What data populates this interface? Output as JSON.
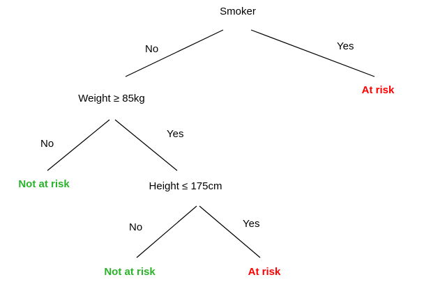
{
  "nodes": {
    "smoker": "Smoker",
    "weight": "Weight ≥ 85kg",
    "height": "Height ≤ 175cm"
  },
  "leaves": {
    "at_risk_1": "At risk",
    "not_at_risk_1": "Not at risk",
    "not_at_risk_2": "Not at risk",
    "at_risk_2": "At risk"
  },
  "edges": {
    "smoker_no": "No",
    "smoker_yes": "Yes",
    "weight_no": "No",
    "weight_yes": "Yes",
    "height_no": "No",
    "height_yes": "Yes"
  },
  "colors": {
    "at_risk": "#ff0000",
    "not_at_risk": "#2ab32a"
  }
}
